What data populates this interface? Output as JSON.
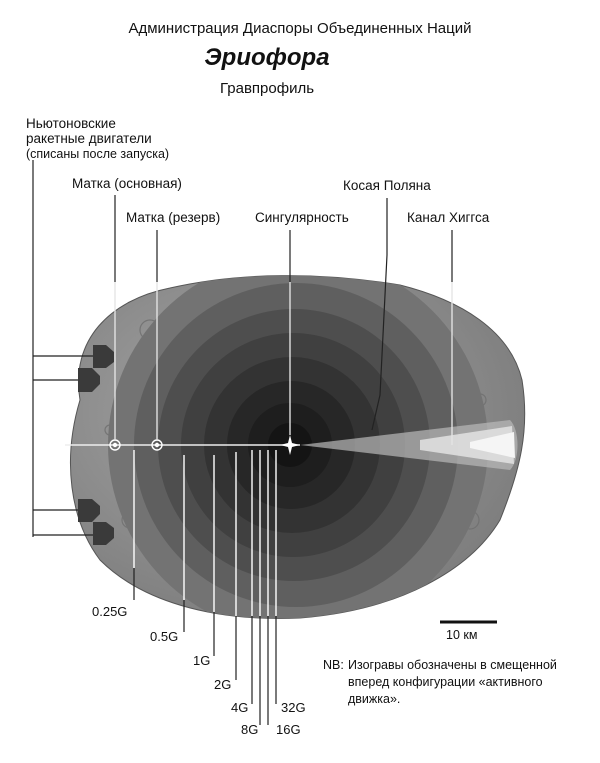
{
  "header": {
    "organization": "Администрация Диаспоры Объединенных Наций",
    "ship_name": "Эриофора",
    "subtitle": "Гравпрофиль"
  },
  "labels": {
    "newtonian_engines": [
      "Ньютоновские",
      "ракетные двигатели",
      "(списаны после запуска)"
    ],
    "womb_main": "Матка (основная)",
    "womb_reserve": "Матка (резерв)",
    "singularity": "Сингулярность",
    "kosaya_polyana": "Косая Поляна",
    "higgs_channel": "Канал Хиггса"
  },
  "g_levels": [
    "0.25G",
    "0.5G",
    "1G",
    "2G",
    "4G",
    "8G",
    "16G",
    "32G"
  ],
  "scale_bar": {
    "label": "10 км"
  },
  "note": {
    "prefix": "NB:",
    "text": "Изогравы обозначены в смещенной вперед конфигурации «активного движка»."
  },
  "colors": {
    "asteroid": "#8c8c8c",
    "contour_dark": "#1a1a1a",
    "background": "#ffffff"
  }
}
